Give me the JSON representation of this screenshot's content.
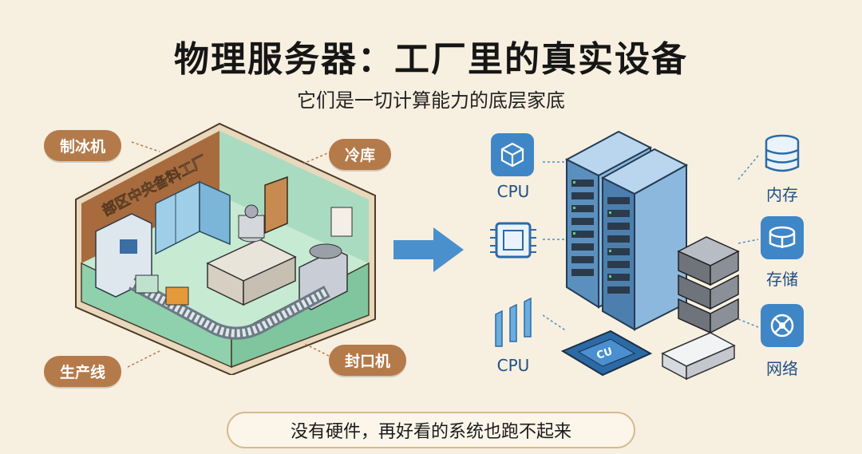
{
  "header": {
    "title": "物理服务器：工厂里的真实设备",
    "subtitle": "它们是一切计算能力的底层家底"
  },
  "factory": {
    "sign": "部区中央备料工厂",
    "labels": {
      "ice_machine": "制冰机",
      "cold_storage": "冷库",
      "production_line": "生产线",
      "sealing_machine": "封口机"
    }
  },
  "server": {
    "left_labels": {
      "cpu_top": "CPU",
      "cpu_bottom": "CPU",
      "chip_text": "CU"
    },
    "right_labels": {
      "memory": "内存",
      "storage": "存储",
      "network": "网络"
    }
  },
  "footer": {
    "caption": "没有硬件，再好看的系统也跑不起来"
  },
  "colors": {
    "background": "#f7efe0",
    "accent_brown": "#b57a4a",
    "accent_blue": "#3f86c7",
    "arrow_blue": "#4a90cc"
  }
}
